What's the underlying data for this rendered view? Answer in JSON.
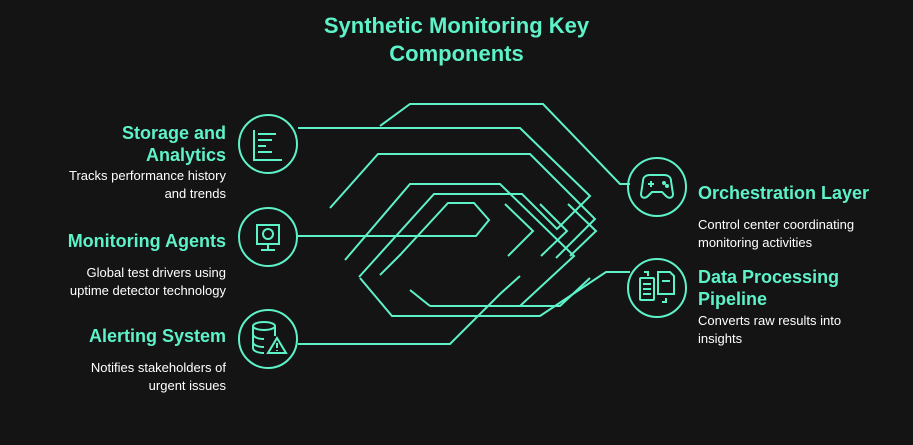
{
  "title": {
    "line1": "Synthetic Monitoring Key",
    "line2": "Components"
  },
  "components": {
    "storage": {
      "title_line1": "Storage and",
      "title_line2": "Analytics",
      "desc_line1": "Tracks performance history",
      "desc_line2": "and trends",
      "icon": "bar-chart-icon"
    },
    "agents": {
      "title": "Monitoring Agents",
      "desc_line1": "Global test drivers using",
      "desc_line2": "uptime detector technology",
      "icon": "monitor-agent-icon"
    },
    "alerting": {
      "title": "Alerting System",
      "desc_line1": "Notifies stakeholders of",
      "desc_line2": "urgent issues",
      "icon": "database-warning-icon"
    },
    "orchestration": {
      "title": "Orchestration Layer",
      "desc_line1": "Control center coordinating",
      "desc_line2": "monitoring activities",
      "icon": "gamepad-icon"
    },
    "pipeline": {
      "title_line1": "Data Processing",
      "title_line2": "Pipeline",
      "desc_line1": "Converts raw results into",
      "desc_line2": "insights",
      "icon": "document-transfer-icon"
    }
  },
  "colors": {
    "accent": "#5ef2c9",
    "background": "#141414",
    "text": "#ffffff"
  }
}
